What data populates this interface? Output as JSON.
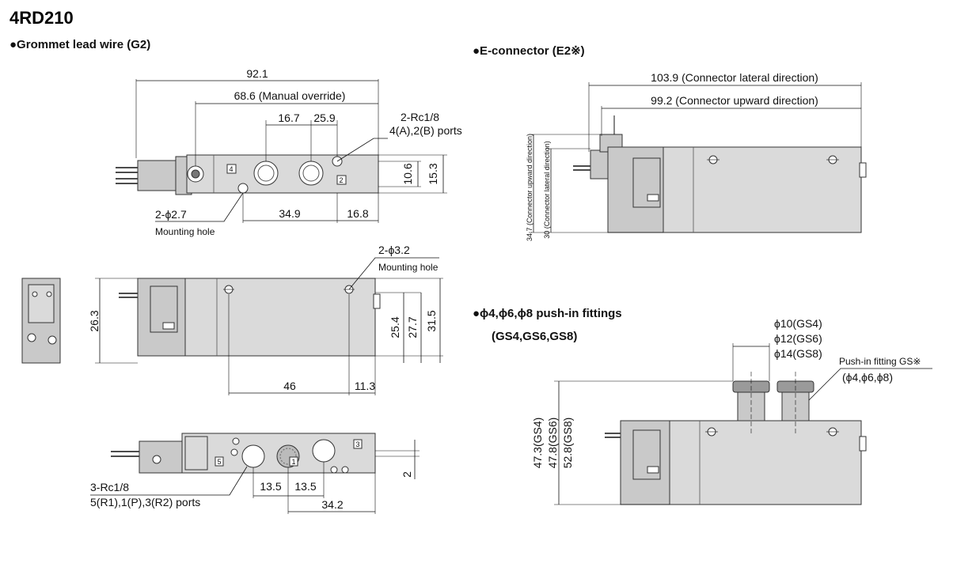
{
  "title": "4RD210",
  "sections": {
    "grommet": "●Grommet lead wire (G2)",
    "econnector": "●E-connector (E2※)",
    "pushin_line1": "●ϕ4,ϕ6,ϕ8 push-in fittings",
    "pushin_line2": "(GS4,GS6,GS8)"
  },
  "top_view": {
    "d_overall": "92.1",
    "d_manual": "68.6 (Manual override)",
    "d_pitch1": "16.7",
    "d_pitch2": "25.9",
    "ports_a": "2-Rc1/8",
    "ports_b": "4(A),2(B) ports",
    "d_h1": "10.6",
    "d_h2": "15.3",
    "mount_a": "2-ϕ2.7",
    "mount_b": "Mounting hole",
    "d_bottom1": "34.9",
    "d_bottom2": "16.8",
    "port_num4": "4",
    "port_num2": "2"
  },
  "front_view": {
    "mount_a": "2-ϕ3.2",
    "mount_b": "Mounting hole",
    "d_left": "26.3",
    "d_v1": "25.4",
    "d_v2": "27.7",
    "d_v3": "31.5",
    "d_bottom1": "46",
    "d_bottom2": "11.3"
  },
  "bottom_view": {
    "ports_a": "3-Rc1/8",
    "ports_b": "5(R1),1(P),3(R2) ports",
    "d_p1": "13.5",
    "d_p2": "13.5",
    "d_p3": "34.2",
    "d_side": "2",
    "port_num5": "5",
    "port_num1": "1",
    "port_num3": "3"
  },
  "econ_view": {
    "d_lateral": "103.9 (Connector lateral direction)",
    "d_upward": "99.2 (Connector upward direction)",
    "v_upward": "34.7 (Connector upward direction)",
    "v_lateral": "30 (Connector lateral direction)"
  },
  "pushin_view": {
    "dia1": "ϕ10(GS4)",
    "dia2": "ϕ12(GS6)",
    "dia3": "ϕ14(GS8)",
    "fitting_a": "Push-in fitting GS※",
    "fitting_b": "(ϕ4,ϕ6,ϕ8)",
    "h1": "47.3(GS4)",
    "h2": "47.8(GS6)",
    "h3": "52.8(GS8)"
  },
  "colors": {
    "body": "#dadada",
    "line": "#111111",
    "background": "#ffffff"
  }
}
